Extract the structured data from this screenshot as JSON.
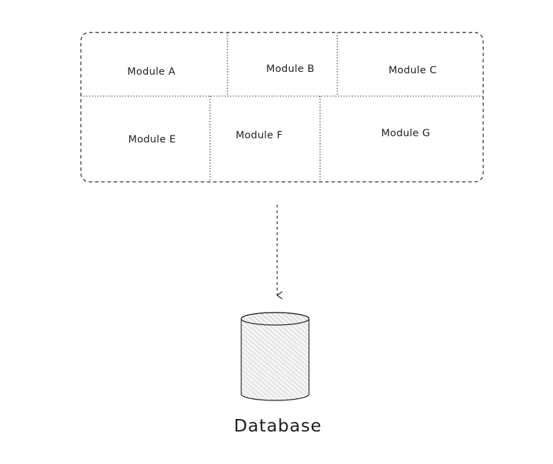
{
  "diagram": {
    "modules": [
      {
        "id": "a",
        "label": "Module A"
      },
      {
        "id": "b",
        "label": "Module B"
      },
      {
        "id": "c",
        "label": "Module C"
      },
      {
        "id": "e",
        "label": "Module E"
      },
      {
        "id": "f",
        "label": "Module F"
      },
      {
        "id": "g",
        "label": "Module G"
      }
    ],
    "database": {
      "label": "Database"
    },
    "colors": {
      "stroke": "#1e1e1e",
      "hatch": "#b5b5b5",
      "cylinder_fill": "#f2f2f2"
    }
  }
}
